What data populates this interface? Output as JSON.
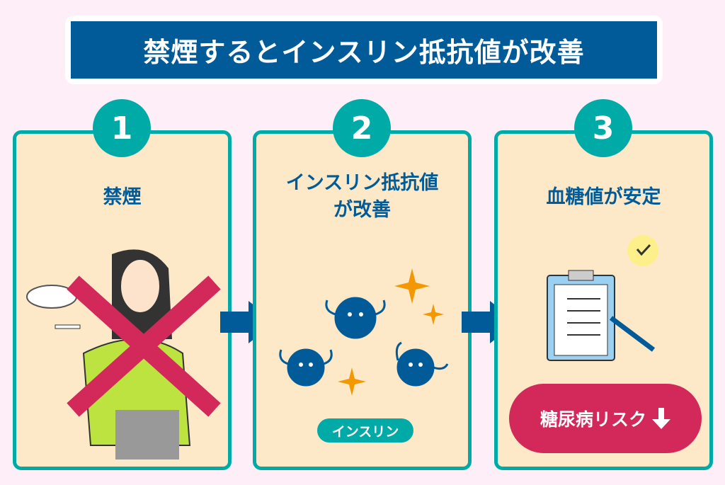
{
  "title": "禁煙するとインスリン抵抗値が改善",
  "steps": [
    {
      "number": "1",
      "title": "禁煙"
    },
    {
      "number": "2",
      "title_line1": "インスリン抵抗値",
      "title_line2": "が改善",
      "badge": "インスリン"
    },
    {
      "number": "3",
      "title": "血糖値が安定",
      "risk_label": "糖尿病リスク"
    }
  ],
  "colors": {
    "background": "#fdeef8",
    "title": "#005b98",
    "teal": "#00aba7",
    "panel": "#fde9c8",
    "pink": "#d3285a",
    "spark": "#f39800"
  }
}
